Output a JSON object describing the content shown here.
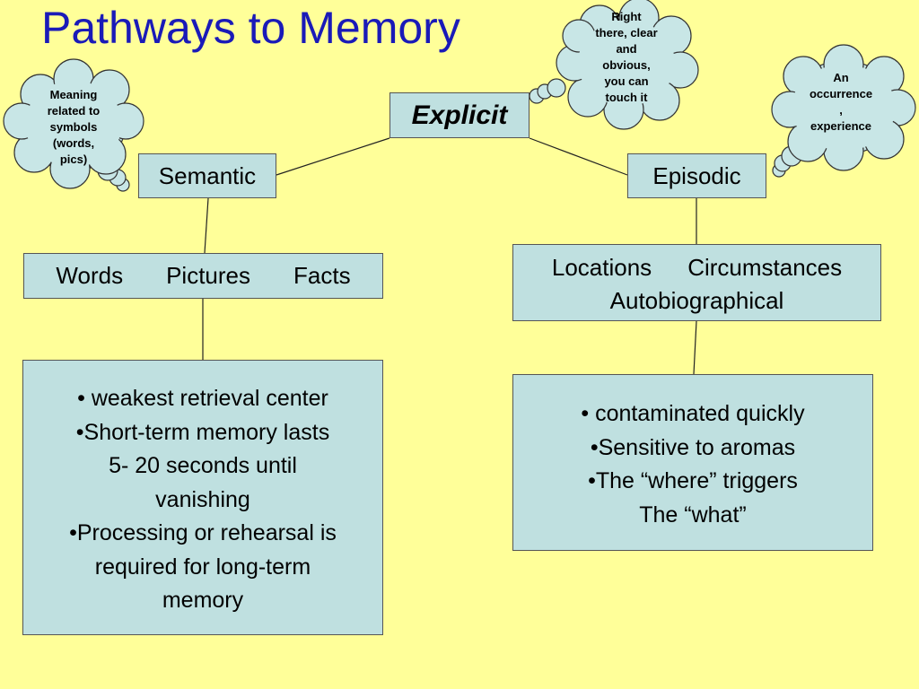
{
  "title": "Pathways to Memory",
  "explicit": "Explicit",
  "semantic": "Semantic",
  "episodic": "Episodic",
  "semantic_types": [
    "Words",
    "Pictures",
    "Facts"
  ],
  "episodic_types": {
    "row1": [
      "Locations",
      "Circumstances"
    ],
    "row2": "Autobiographical"
  },
  "semantic_notes": [
    "• weakest retrieval center",
    "•Short-term memory lasts",
    "5- 20 seconds until",
    "vanishing",
    "•Processing or rehearsal is",
    "required for long-term",
    "memory"
  ],
  "episodic_notes": [
    "• contaminated quickly",
    "•Sensitive to aromas",
    "•The “where” triggers",
    "The “what”"
  ],
  "clouds": {
    "semantic": [
      "Meaning",
      "related to",
      "symbols",
      "(words,",
      "pics)"
    ],
    "explicit": [
      "Right",
      "there, clear",
      "and",
      "obvious,",
      "you can",
      "touch it"
    ],
    "episodic": [
      "An",
      "occurrence",
      ",",
      "experience"
    ]
  },
  "colors": {
    "background": "#ffff99",
    "title": "#1a1ab8",
    "box": "#bfe0e0",
    "cloud": "#c8e6e6"
  }
}
